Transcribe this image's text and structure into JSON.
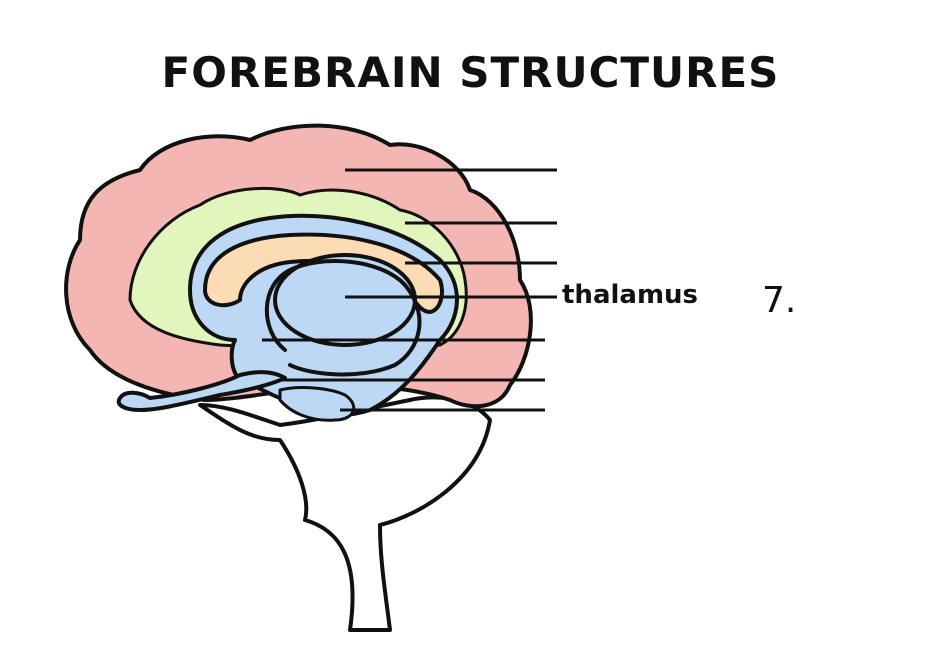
{
  "title": "FOREBRAIN STRUCTURES",
  "labels": {
    "thalamus": "thalamus",
    "number": "7."
  },
  "colors": {
    "cerebrum": "#f4b6b2",
    "limbic": "#e2f5bd",
    "ventricle_region": "#bdd8f5",
    "corpus_callosum": "#fbdcb4",
    "outline": "#111111"
  }
}
